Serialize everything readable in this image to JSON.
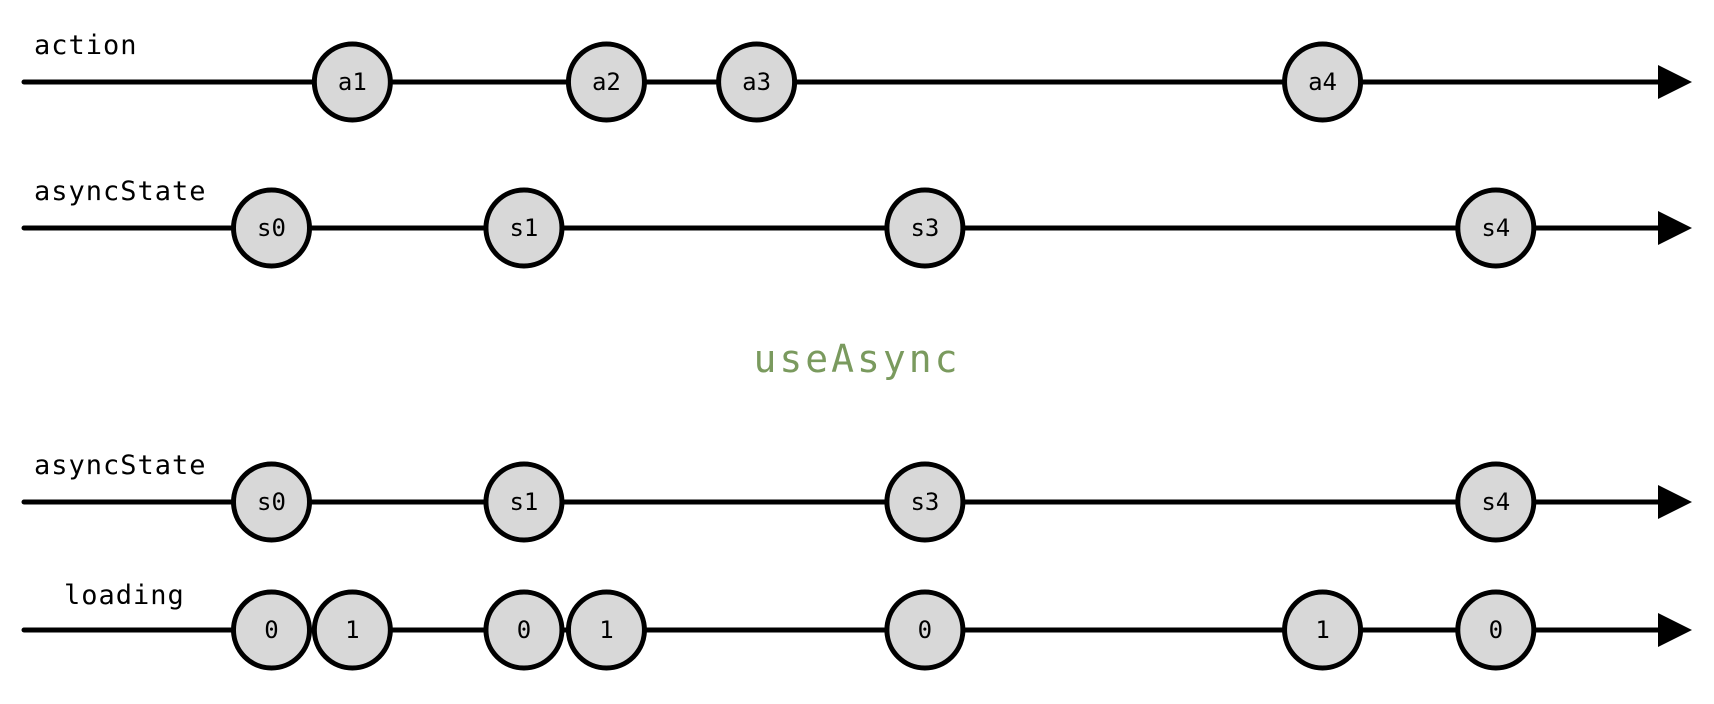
{
  "colors": {
    "marble_fill": "#d8d8d8",
    "stroke": "#000000",
    "operator_text": "#7a9a5e"
  },
  "operator": {
    "label": "useAsync"
  },
  "streams": [
    {
      "id": "action",
      "label": "action",
      "marbles": [
        {
          "t": 0.199,
          "text": "a1"
        },
        {
          "t": 0.353,
          "text": "a2"
        },
        {
          "t": 0.444,
          "text": "a3"
        },
        {
          "t": 0.787,
          "text": "a4"
        }
      ]
    },
    {
      "id": "async-state-input",
      "label": "asyncState",
      "marbles": [
        {
          "t": 0.15,
          "text": "s0"
        },
        {
          "t": 0.303,
          "text": "s1"
        },
        {
          "t": 0.546,
          "text": "s3"
        },
        {
          "t": 0.892,
          "text": "s4"
        }
      ]
    },
    {
      "id": "async-state-output",
      "label": "asyncState",
      "marbles": [
        {
          "t": 0.15,
          "text": "s0"
        },
        {
          "t": 0.303,
          "text": "s1"
        },
        {
          "t": 0.546,
          "text": "s3"
        },
        {
          "t": 0.892,
          "text": "s4"
        }
      ]
    },
    {
      "id": "loading",
      "label": "loading",
      "marbles": [
        {
          "t": 0.15,
          "text": "0"
        },
        {
          "t": 0.199,
          "text": "1"
        },
        {
          "t": 0.303,
          "text": "0"
        },
        {
          "t": 0.353,
          "text": "1"
        },
        {
          "t": 0.546,
          "text": "0"
        },
        {
          "t": 0.787,
          "text": "1"
        },
        {
          "t": 0.892,
          "text": "0"
        }
      ]
    }
  ]
}
